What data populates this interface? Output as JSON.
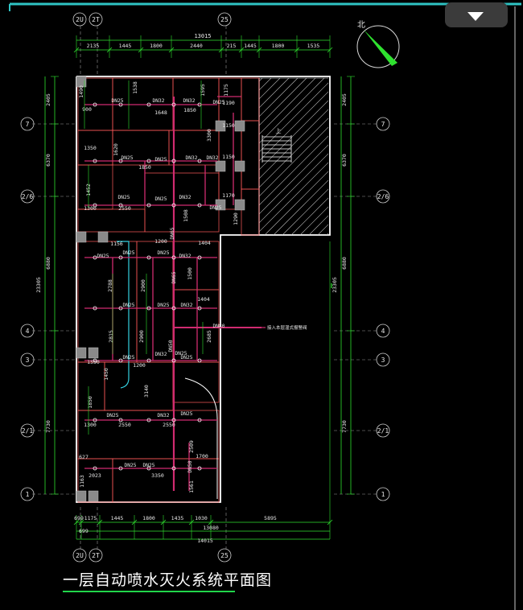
{
  "drawing": {
    "title": "一层自动喷水灭火系统平面图",
    "north_label": "北",
    "note_text": "接入本层湿式报警阀",
    "colors": {
      "background": "#000000",
      "wall": "#ffffff",
      "pipe": "#d02b70",
      "dimension": "#2fe22f",
      "frame_border": "#2fc4c4",
      "label_text": "#e8e8e8",
      "hatch": "#c0c0c0",
      "north_arrow": "#2fe22f"
    },
    "grid_top": [
      "2U",
      "2T",
      "25"
    ],
    "grid_bottom": [
      "2U",
      "2T",
      "25"
    ],
    "grid_left": [
      "7",
      "2/6",
      "4",
      "3",
      "2/1",
      "1"
    ],
    "grid_right": [
      "7",
      "2/6",
      "4",
      "3",
      "2/1",
      "1"
    ],
    "dims_top_total": "13015",
    "dims_top": [
      "2135",
      "1445",
      "1800",
      "2440",
      "215",
      "1445",
      "1800",
      "1535"
    ],
    "dims_bottom": [
      "699",
      "1175",
      "1445",
      "1800",
      "1435",
      "1030",
      "5895"
    ],
    "dims_bottom_sub": "13080",
    "dims_bottom_sub_left": "699",
    "dims_bottom_total": "14015",
    "dims_left": [
      "2405",
      "6370",
      "6880",
      "23305",
      "7730"
    ],
    "dims_right": [
      "2405",
      "6370",
      "6880",
      "23305",
      "7730"
    ],
    "pipe_labels": [
      "DN25",
      "DN32",
      "DN32",
      "DN25",
      "DN25",
      "DN25",
      "DN32",
      "DN32",
      "DN25",
      "DN25",
      "DN32",
      "DN25",
      "DN25",
      "DN25",
      "DN32",
      "DN25",
      "DN25",
      "DN32",
      "DN80",
      "DN25",
      "DN32",
      "DN25",
      "DN25",
      "DN25",
      "DN25",
      "DN32",
      "DN25",
      "DN25",
      "DN25",
      "DN50",
      "DN65",
      "DN65",
      "DN50"
    ],
    "room_dims": [
      "1490",
      "1538",
      "1595",
      "1175",
      "900",
      "1648",
      "1850",
      "1190",
      "1150",
      "1350",
      "1620",
      "1850",
      "3300",
      "1150",
      "1452",
      "1170",
      "1300",
      "2550",
      "1508",
      "1290",
      "1156",
      "1200",
      "1404",
      "2788",
      "2900",
      "1500",
      "1404",
      "2815",
      "2900",
      "2685",
      "1550",
      "1200",
      "1450",
      "1850",
      "3140",
      "1300",
      "2550",
      "2550",
      "1700",
      "627",
      "1163",
      "2023",
      "3350",
      "1561",
      "2509"
    ]
  }
}
